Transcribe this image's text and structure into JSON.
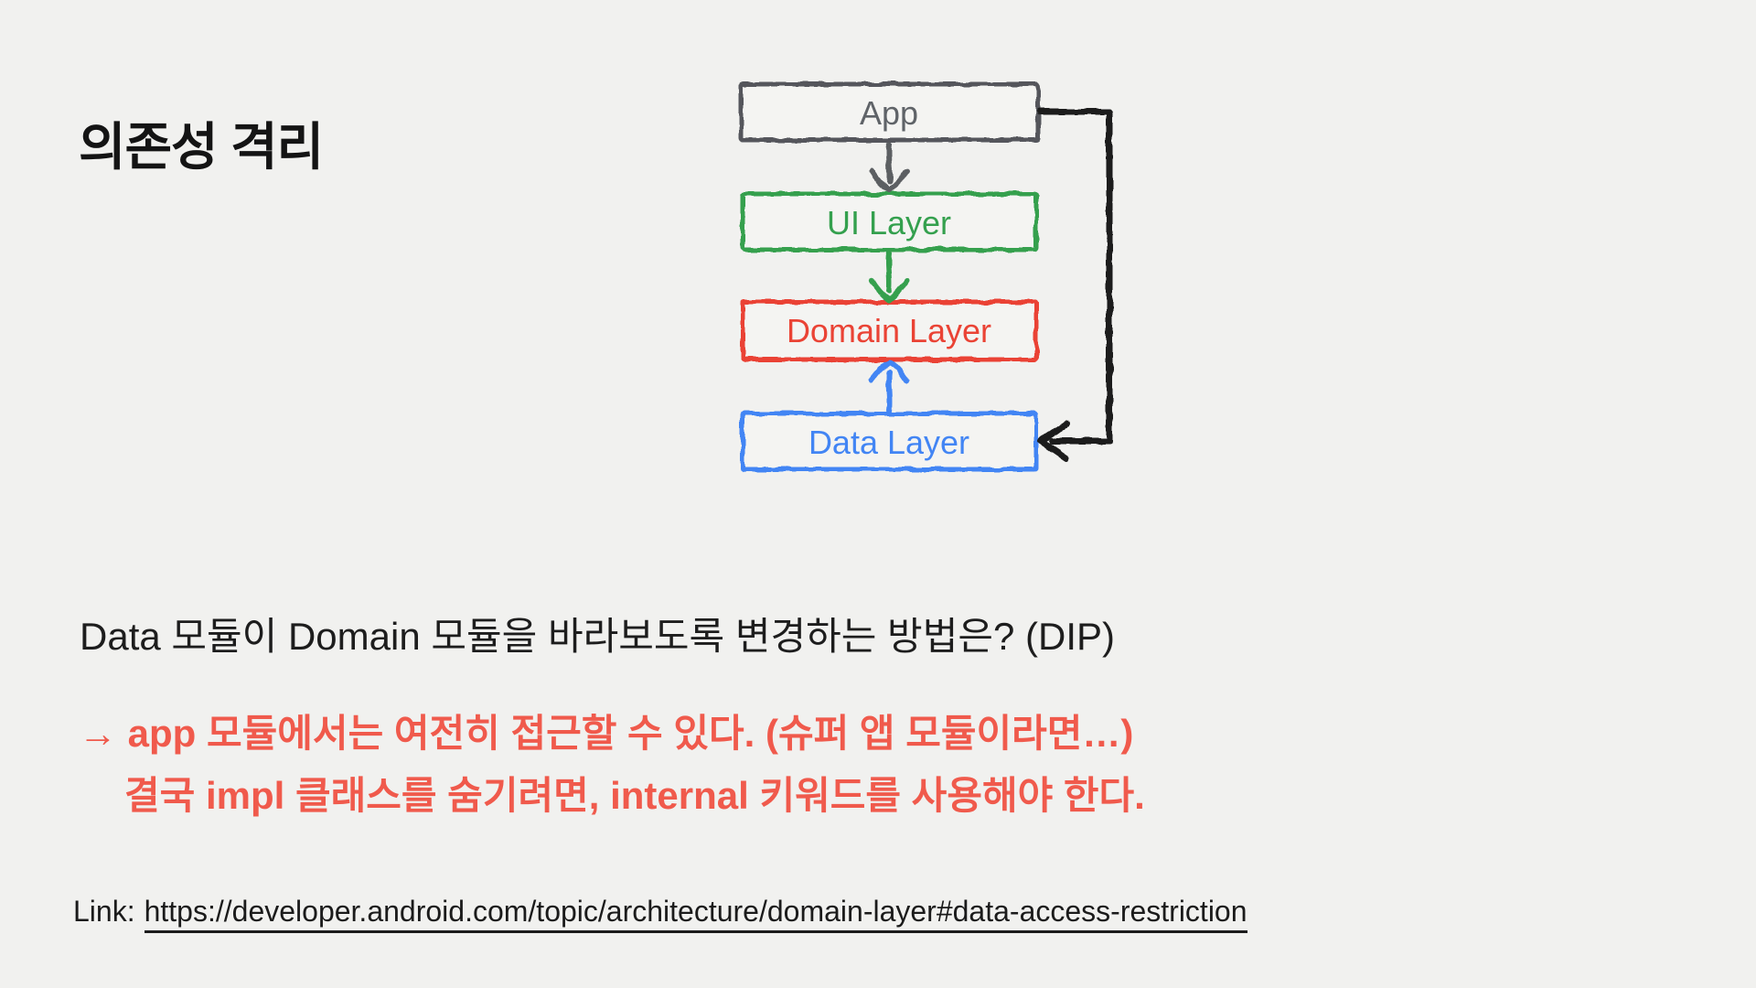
{
  "page": {
    "background": "#f1f1ef"
  },
  "title": "의존성 격리",
  "diagram": {
    "boxes": [
      {
        "label": "App",
        "color": "#5f6368"
      },
      {
        "label": "UI Layer",
        "color": "#34a04e"
      },
      {
        "label": "Domain Layer",
        "color": "#ea4335"
      },
      {
        "label": "Data Layer",
        "color": "#4285f4"
      }
    ],
    "arrows": [
      {
        "name": "app-to-ui",
        "color": "#5b5e62",
        "direction": "down"
      },
      {
        "name": "ui-to-domain",
        "color": "#34a04e",
        "direction": "down"
      },
      {
        "name": "data-to-domain",
        "color": "#4285f4",
        "direction": "up"
      },
      {
        "name": "app-to-data",
        "color": "#1b1b1b",
        "direction": "right-down-left"
      }
    ]
  },
  "body": {
    "question": "Data 모듈이 Domain 모듈을 바라보도록 변경하는 방법은? (DIP)",
    "answer_line1": "→ app 모듈에서는 여전히 접근할 수 있다. (슈퍼 앱 모듈이라면…)",
    "answer_line2": "결국 impl 클래스를 숨기려면, internal 키워드를 사용해야 한다.",
    "answer_color": "#f05a4c"
  },
  "footer": {
    "link_label": "Link:",
    "link_url": "https://developer.android.com/topic/architecture/domain-layer#data-access-restriction"
  }
}
